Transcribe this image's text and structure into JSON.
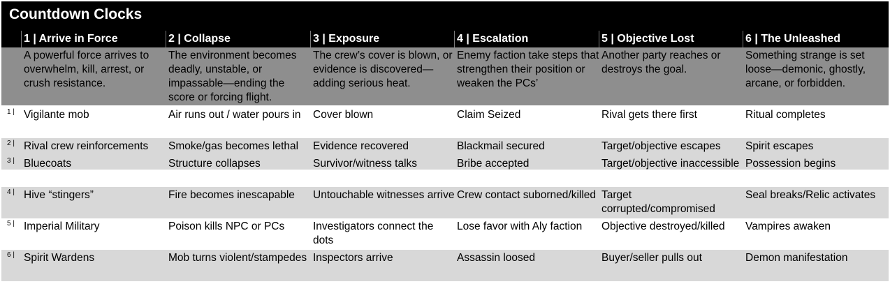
{
  "title": "Countdown Clocks",
  "headers": [
    "1 |  Arrive in Force",
    "2 |  Collapse",
    "3 |  Exposure",
    "4 |  Escalation",
    "5 |  Objective Lost",
    "6 |  The Unleashed"
  ],
  "descriptions": [
    "A powerful force arrives to overwhelm, kill, arrest, or crush resistance.",
    "The environment becomes deadly, unstable, or impassable—ending the score or forcing flight.",
    "The crew’s cover is blown, or evidence is discovered—adding serious heat.",
    "Enemy faction take steps that strengthen their position or weaken the PCs’",
    "Another party reaches or destroys the goal.",
    "Something strange is set loose—demonic, ghostly, arcane, or forbidden."
  ],
  "rows": [
    {
      "index": "1 |",
      "cells": [
        "Vigilante mob",
        "Air runs out / water pours in",
        "Cover blown",
        "Claim Seized",
        "Rival gets there first",
        "Ritual completes"
      ]
    },
    {
      "index": "2 |",
      "cells": [
        "Rival crew reinforcements",
        "Smoke/gas becomes lethal",
        "Evidence recovered",
        "Blackmail secured",
        "Target/objective escapes",
        "Spirit escapes"
      ]
    },
    {
      "index": "3 |",
      "cells": [
        "Bluecoats",
        "Structure collapses",
        "Survivor/witness talks",
        "Bribe accepted",
        "Target/objective inaccessible",
        "Possession begins"
      ]
    },
    {
      "index": "4 |",
      "cells": [
        "Hive “stingers”",
        "Fire becomes inescapable",
        "Untouchable witnesses arrive",
        "Crew contact suborned/killed",
        "Target corrupted/compromised",
        "Seal breaks/Relic activates"
      ]
    },
    {
      "index": "5 |",
      "cells": [
        "Imperial Military",
        "Poison kills NPC or PCs",
        "Investigators connect the dots",
        "Lose favor with Aly faction",
        "Objective destroyed/killed",
        "Vampires awaken"
      ]
    },
    {
      "index": "6 |",
      "cells": [
        "Spirit Wardens",
        "Mob turns violent/stampedes",
        "Inspectors arrive",
        "Assassin loosed",
        "Buyer/seller pulls out",
        "Demon manifestation"
      ]
    }
  ]
}
